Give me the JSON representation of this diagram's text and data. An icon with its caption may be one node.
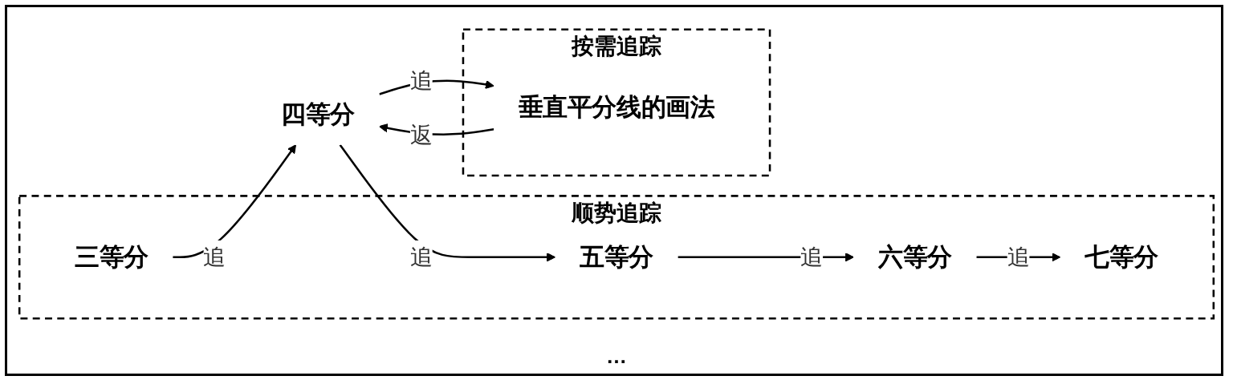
{
  "diagram": {
    "nodes": [
      {
        "text": [
          "顺势追踪"
        ]
      },
      {
        "text": [
          "三等分"
        ],
        "in": 0
      },
      {
        "text": [
          "四等分"
        ]
      },
      {
        "text": [
          "五等分"
        ],
        "in": 0
      },
      {
        "text": [
          "六等分"
        ],
        "in": 0
      },
      {
        "text": [
          "七等分"
        ],
        "in": 0
      },
      {
        "text": [
          "按需追踪"
        ]
      },
      {
        "text": [
          "垂直平分线的画法"
        ],
        "in": 6
      }
    ],
    "edges": [
      {
        "from": 1,
        "to": 2,
        "arrow": "to",
        "label": "追"
      },
      {
        "from": 2,
        "to": 3,
        "arrow": "to",
        "label": "追"
      },
      {
        "from": 3,
        "to": 4,
        "arrow": "to",
        "label": "追"
      },
      {
        "from": 4,
        "to": 5,
        "arrow": "to",
        "label": "追"
      },
      {
        "from": 2,
        "to": 7,
        "arrow": "to",
        "label": "追"
      },
      {
        "from": 7,
        "to": 2,
        "arrow": "to",
        "label": "返"
      }
    ],
    "labels": [
      "…"
    ]
  }
}
